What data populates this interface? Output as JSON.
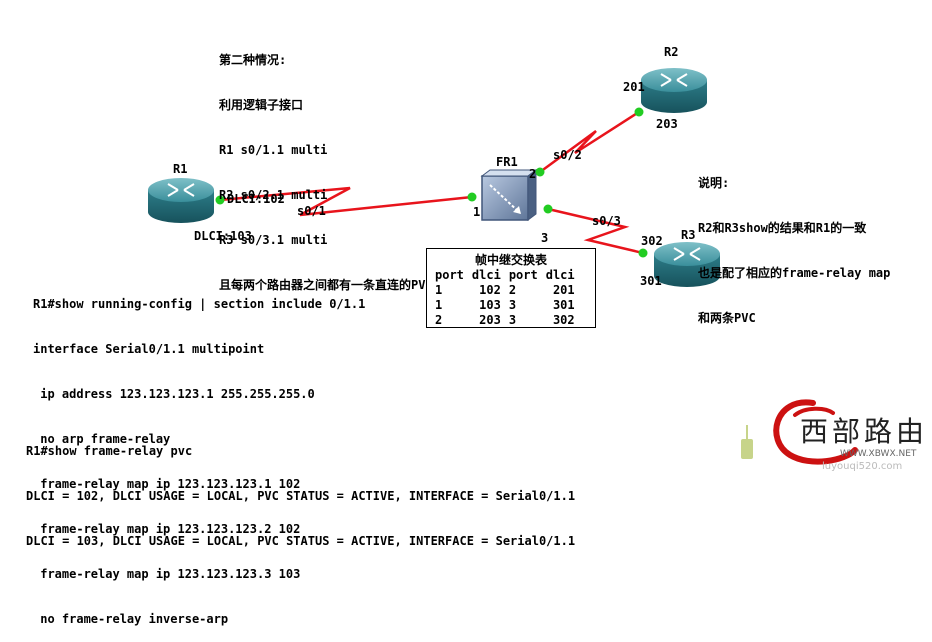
{
  "note_top": {
    "lines": [
      "第二种情况:",
      "利用逻辑子接口",
      "R1 s0/1.1 multi",
      "R2 s0/2.1 multi",
      "R3 s0/3.1 multi",
      "且每两个路由器之间都有一条直连的PVC"
    ]
  },
  "note_right": {
    "lines": [
      "说明:",
      "R2和R3show的结果和R1的一致",
      "也是配了相应的frame-relay map",
      "和两条PVC"
    ]
  },
  "devices": {
    "r1": {
      "name": "R1"
    },
    "r2": {
      "name": "R2"
    },
    "r3": {
      "name": "R3"
    },
    "fr1": {
      "name": "FR1"
    }
  },
  "link_labels": {
    "r1_dlci_102": "DLCI:102",
    "r1_dlci_103": "DLCI:103",
    "r1_s0_1": "s0/1",
    "fr_port_1": "1",
    "fr_port_2": "2",
    "fr_port_3": "3",
    "r2_s0_2": "s0/2",
    "r3_s0_3": "s0/3",
    "r2_201": "201",
    "r2_203": "203",
    "r3_302": "302",
    "r3_301": "301"
  },
  "switch_table": {
    "title": "帧中继交换表",
    "headers": [
      "port",
      "dlci",
      "port",
      "dlci"
    ],
    "rows": [
      [
        "1",
        "102",
        "2",
        "201"
      ],
      [
        "1",
        "103",
        "3",
        "301"
      ],
      [
        "2",
        "203",
        "3",
        "302"
      ]
    ]
  },
  "config": {
    "lines": [
      "R1#show running-config | section include 0/1.1",
      "interface Serial0/1.1 multipoint",
      " ip address 123.123.123.1 255.255.255.0",
      " no arp frame-relay",
      " frame-relay map ip 123.123.123.1 102",
      " frame-relay map ip 123.123.123.2 102",
      " frame-relay map ip 123.123.123.3 103",
      " no frame-relay inverse-arp"
    ]
  },
  "pvc": {
    "lines": [
      "R1#show frame-relay pvc",
      "DLCI = 102, DLCI USAGE = LOCAL, PVC STATUS = ACTIVE, INTERFACE = Serial0/1.1",
      "DLCI = 103, DLCI USAGE = LOCAL, PVC STATUS = ACTIVE, INTERFACE = Serial0/1.1"
    ]
  },
  "logo": {
    "text": "西部路由",
    "url": "WWW.XBWX.NET",
    "url2": "luyouqi520.com"
  },
  "colors": {
    "link": "#e8141c",
    "port_dot": "#22cc22",
    "router_body": "#2e7f8c",
    "logo_red": "#cc1111"
  }
}
